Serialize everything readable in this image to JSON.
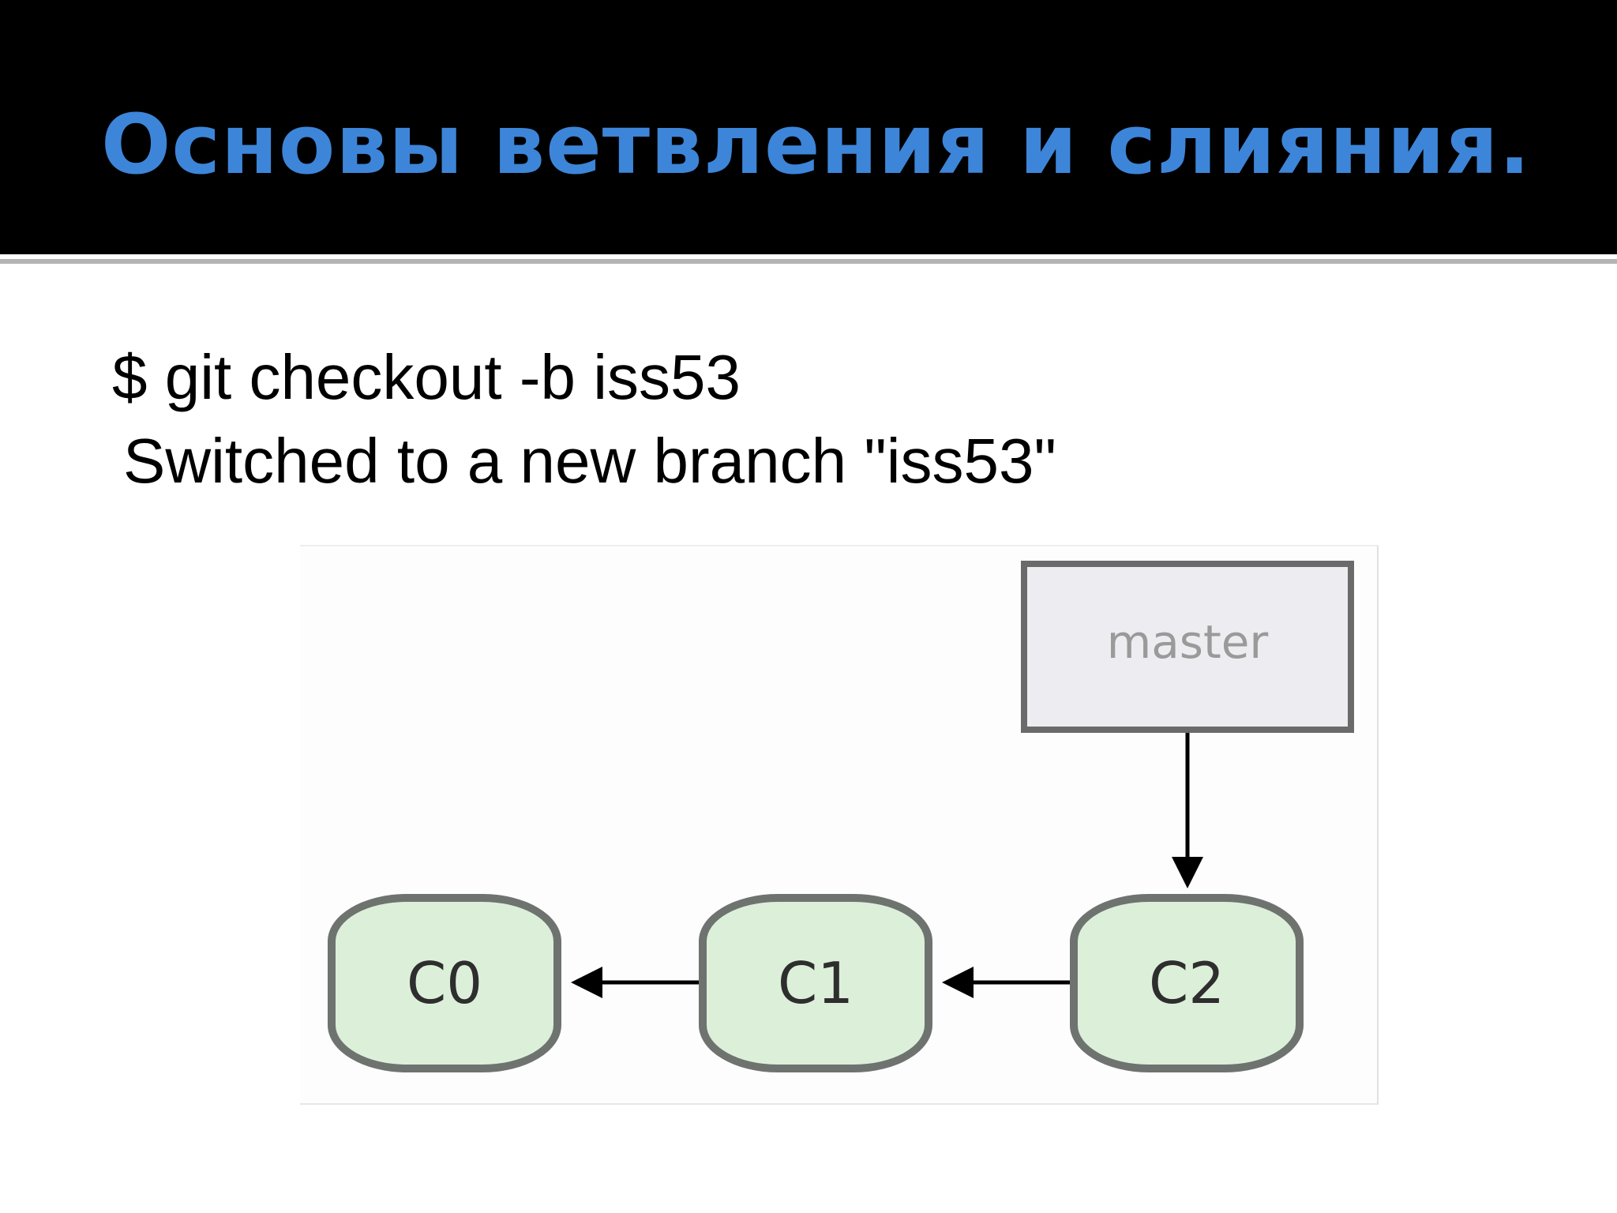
{
  "slide": {
    "title": "Основы ветвления и слияния.",
    "command": "$ git checkout -b iss53",
    "output": "Switched to a new branch \"iss53\""
  },
  "diagram": {
    "branch": "master",
    "commits": [
      "C0",
      "C1",
      "C2"
    ]
  },
  "colors": {
    "header_background": "#000000",
    "title": "#3d85d8",
    "commit_fill": "#dcf0d9",
    "commit_border": "#6e7370",
    "branch_fill": "#ededf1",
    "branch_border": "#6a6a6a"
  }
}
